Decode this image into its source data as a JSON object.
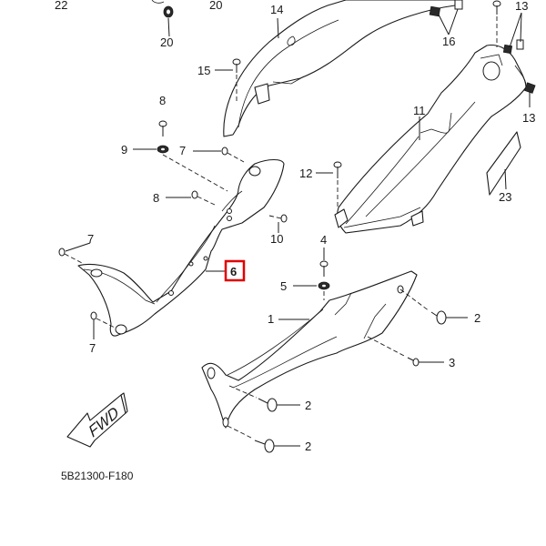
{
  "diagram": {
    "title_code": "5B21300-F180",
    "fwd_label": "FWD",
    "highlight_color": "#e00000",
    "highlighted_part": "6",
    "callouts": {
      "c22": "22",
      "c20a": "20",
      "c20b": "20",
      "c14": "14",
      "c13a": "13",
      "c13b": "13",
      "c16": "16",
      "c15": "15",
      "c11": "11",
      "c8a": "8",
      "c9": "9",
      "c7a": "7",
      "c12": "12",
      "c23": "23",
      "c8b": "8",
      "c10": "10",
      "c7b": "7",
      "c4": "4",
      "c6": "6",
      "c5": "5",
      "c1": "1",
      "c2a": "2",
      "c3": "3",
      "c2b": "2",
      "c2c": "2",
      "c7c": "7"
    }
  }
}
